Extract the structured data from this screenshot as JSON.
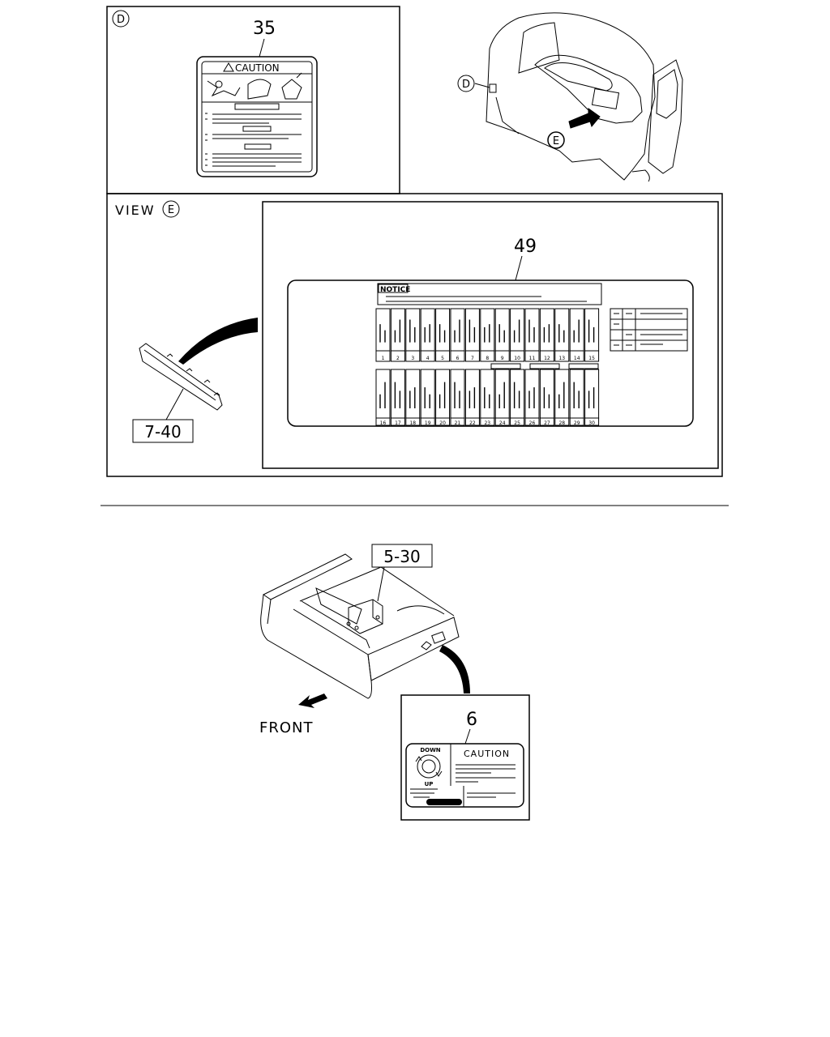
{
  "panel_d": {
    "marker": "D",
    "part_number": "35",
    "label_title": "CAUTION"
  },
  "cab_view": {
    "marker_d": "D",
    "marker_e": "E"
  },
  "view_e": {
    "caption": "VIEW",
    "marker": "E",
    "part_ref": "7-40",
    "part_number": "49",
    "notice_title": "NOTICE",
    "fuse_numbers_top": [
      "1",
      "2",
      "3",
      "4",
      "5",
      "6",
      "7",
      "8",
      "9",
      "10",
      "11",
      "12",
      "13",
      "14",
      "15"
    ],
    "fuse_numbers_bottom": [
      "16",
      "17",
      "18",
      "19",
      "20",
      "21",
      "22",
      "23",
      "24",
      "25",
      "26",
      "27",
      "28",
      "29",
      "30"
    ]
  },
  "lower_section": {
    "part_ref": "5-30",
    "front_label": "FRONT",
    "part_number": "6",
    "label_title": "CAUTION",
    "dial_top": "DOWN",
    "dial_bottom": "UP"
  }
}
